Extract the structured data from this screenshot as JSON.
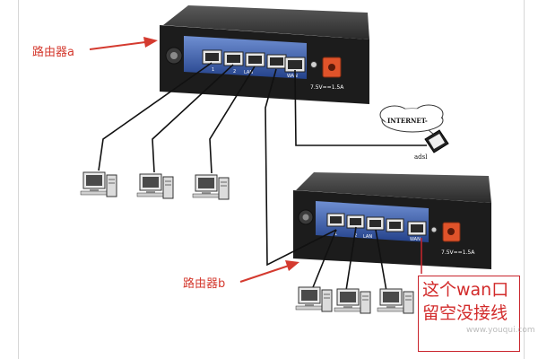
{
  "labels": {
    "router_a": "路由器a",
    "router_b": "路由器b",
    "internet": "INTERNET-",
    "adsl": "adsl",
    "power_rating": "7.5V==1.5A",
    "wan_callout": "这个wan口留空没接线",
    "port_marks": [
      "1",
      "2",
      "LAN",
      "WAN"
    ],
    "watermark": "www.youqui.com"
  },
  "colors": {
    "annotation_red": "#d43a2f",
    "callout_border": "#c9242c",
    "router_body": "#1f1f1f",
    "port_panel_blue": "#2e4f9b",
    "power_jack_orange": "#e0532a"
  },
  "icons": {
    "computer": "desktop-computer-icon",
    "modem": "adsl-modem-icon",
    "cloud": "internet-cloud-icon"
  }
}
